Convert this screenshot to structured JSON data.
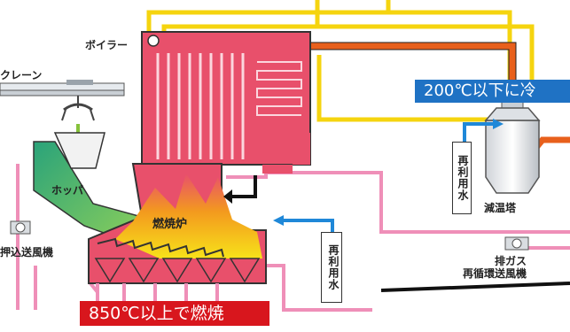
{
  "labels": {
    "boiler": "ボイラー",
    "crane": "クレーン",
    "hopper": "ホッパ",
    "furnace": "燃焼炉",
    "push_fan": "押込送風機",
    "reuse_water_1": "再利用水",
    "reuse_water_2": "再利用水",
    "cooling_tower": "減温塔",
    "recirc_line1": "排ガス",
    "recirc_line2": "再循環送風機"
  },
  "banners": {
    "cool_temp": "200℃以下に冷",
    "burn_temp": "850℃以上で燃焼"
  },
  "colors": {
    "boiler": "#e8506b",
    "water_pipe": "#f5d40f",
    "gas_pipe": "#e8601c",
    "reuse_pipe": "#1f88d8",
    "air_pipe": "#ef8fb8",
    "blue_banner": "#1f72c4",
    "red_banner": "#d8161d"
  }
}
